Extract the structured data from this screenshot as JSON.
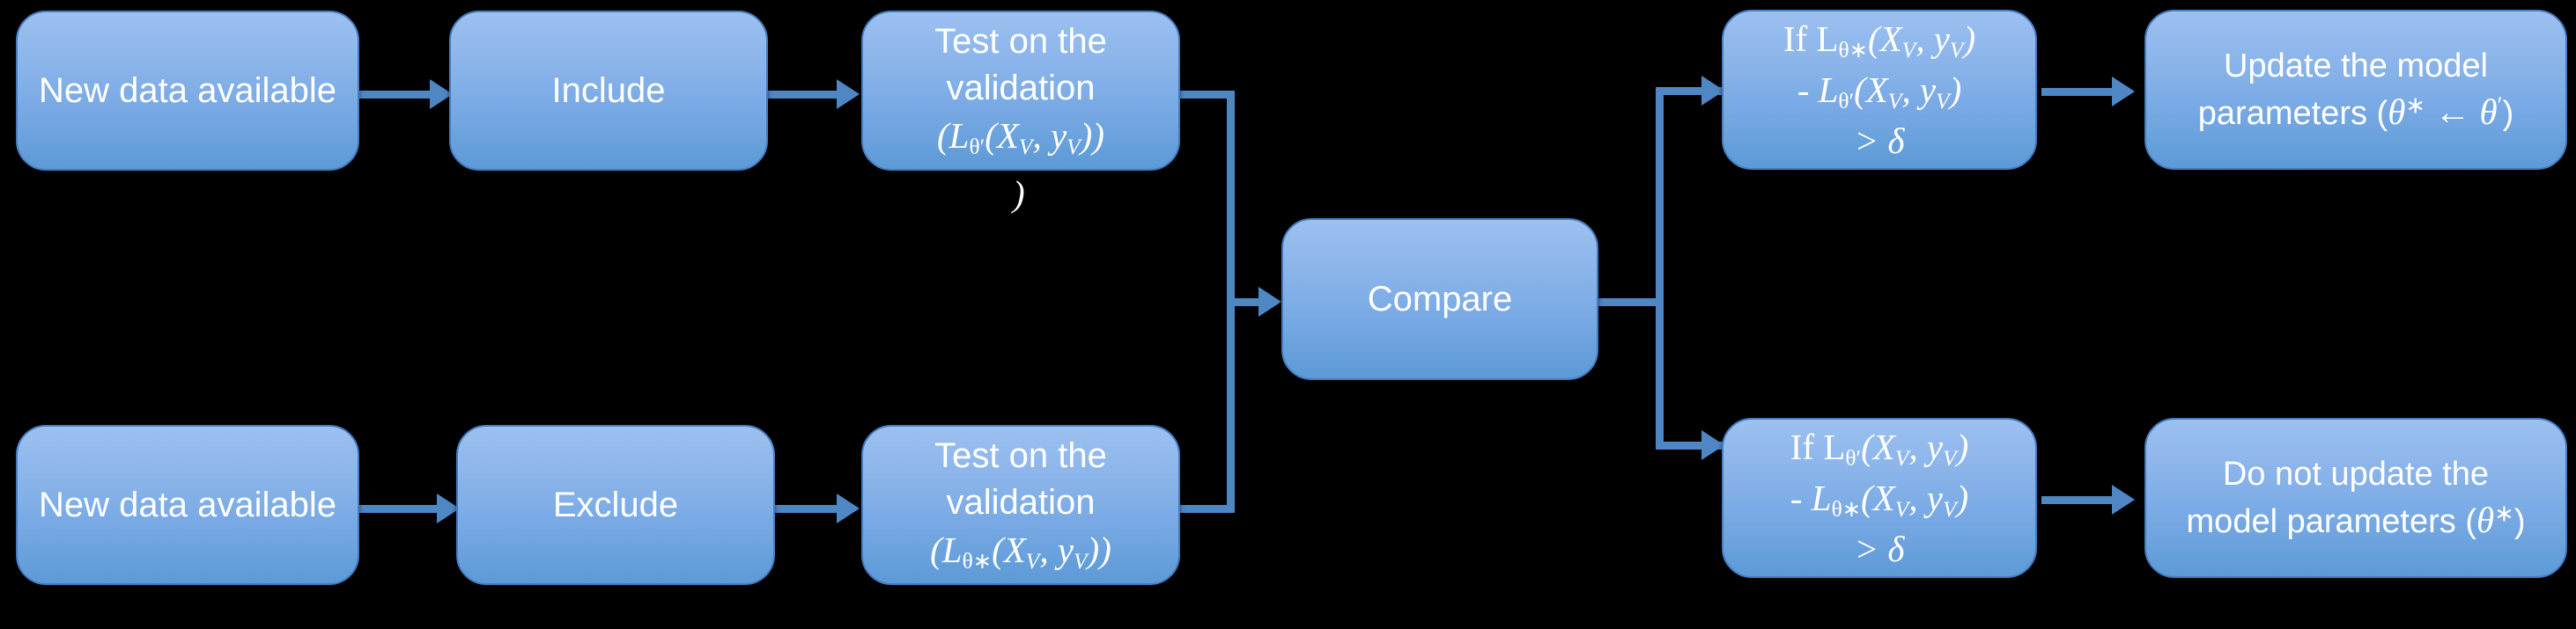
{
  "diagram": {
    "title": "Incremental model-update decision flowchart",
    "background_color": "#000000",
    "node_fill_top": "#9CC0F0",
    "node_fill_bottom": "#5C9AD6",
    "node_border_color": "#447CC0",
    "connector_color": "#4E87C4",
    "text_color": "#FFFFFF",
    "symbols": {
      "theta": "θ",
      "delta": "δ",
      "prime": "′",
      "star": "∗",
      "left_arrow": "←"
    }
  },
  "nodes": {
    "new_data_top": {
      "label": "New data available",
      "line1": "New data",
      "line2": "available"
    },
    "include": {
      "label": "Include"
    },
    "validate_top": {
      "line1": "Test on the",
      "line2": "validation",
      "formula_prefix": "(L",
      "formula_sub": "θ′",
      "formula_body": "(X",
      "formula_sub_v1": "V",
      "formula_mid": ", y",
      "formula_sub_v2": "V",
      "formula_suffix": "))",
      "orphan_paren": ")",
      "formula_plain": "(Lθ′(X_V, y_V))"
    },
    "new_data_bottom": {
      "label": "New data available",
      "line1": "New data",
      "line2": "available"
    },
    "exclude": {
      "label": "Exclude"
    },
    "validate_bottom": {
      "line1": "Test on the",
      "line2": "validation",
      "formula_prefix": "(L",
      "formula_sub": "θ∗",
      "formula_body": "(X",
      "formula_sub_v1": "V",
      "formula_mid": ", y",
      "formula_sub_v2": "V",
      "formula_suffix": "))",
      "formula_plain": "(Lθ∗(X_V, y_V))"
    },
    "compare": {
      "label": "Compare"
    },
    "condition_top": {
      "line1_if": "If L",
      "line1_sub": "θ∗",
      "line1_rest": "(X",
      "line1_subv1": "V",
      "line1_mid": ", y",
      "line1_subv2": "V",
      "line1_end": ")",
      "line2_minus": "- L",
      "line2_sub": "θ′",
      "line2_rest": "(X",
      "line2_subv1": "V",
      "line2_mid": ", y",
      "line2_subv2": "V",
      "line2_end": ")",
      "line3": "> δ",
      "plain": "If Lθ∗(X_V, y_V) - Lθ′(X_V, y_V) > δ"
    },
    "condition_bottom": {
      "line1_if": "If L",
      "line1_sub": "θ′",
      "line1_rest": "(X",
      "line1_subv1": "V",
      "line1_mid": ", y",
      "line1_subv2": "V",
      "line1_end": ")",
      "line2_minus": "- L",
      "line2_sub": "θ∗",
      "line2_rest": "(X",
      "line2_subv1": "V",
      "line2_mid": ", y",
      "line2_subv2": "V",
      "line2_end": ")",
      "line3": "> δ",
      "plain": "If Lθ′(X_V, y_V) - Lθ∗(X_V, y_V) > δ"
    },
    "outcome_top": {
      "line1": "Update the model",
      "line2_pre": "parameters (",
      "line2_theta": "θ",
      "line2_star": "∗",
      "line2_arrow": " ← ",
      "line2_theta2": "θ",
      "line2_prime": "′",
      "line2_close": ")",
      "plain": "Update the model parameters (θ∗ ← θ′)"
    },
    "outcome_bottom": {
      "line1": "Do not update the",
      "line2_pre": "model parameters (",
      "line2_theta": "θ",
      "line2_star": "∗",
      "line2_close": ")",
      "plain": "Do not update the model parameters (θ∗)"
    }
  },
  "edges": [
    {
      "name": "new-data-top-to-include",
      "from": "new_data_top",
      "to": "include"
    },
    {
      "name": "include-to-validate-top",
      "from": "include",
      "to": "validate_top"
    },
    {
      "name": "validate-top-to-compare",
      "from": "validate_top",
      "to": "compare"
    },
    {
      "name": "new-data-bottom-to-exclude",
      "from": "new_data_bottom",
      "to": "exclude"
    },
    {
      "name": "exclude-to-validate-bottom",
      "from": "exclude",
      "to": "validate_bottom"
    },
    {
      "name": "validate-bottom-to-compare",
      "from": "validate_bottom",
      "to": "compare"
    },
    {
      "name": "compare-to-condition-top",
      "from": "compare",
      "to": "condition_top"
    },
    {
      "name": "compare-to-condition-bottom",
      "from": "compare",
      "to": "condition_bottom"
    },
    {
      "name": "condition-top-to-outcome-top",
      "from": "condition_top",
      "to": "outcome_top"
    },
    {
      "name": "condition-bottom-to-outcome-bottom",
      "from": "condition_bottom",
      "to": "outcome_bottom"
    }
  ]
}
